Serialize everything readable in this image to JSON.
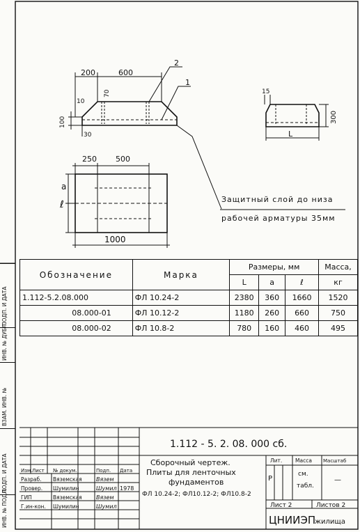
{
  "side_strip": {
    "label_1": "ПОДП. И ДАТА",
    "label_2": "ИНВ. № ДУБЛ.",
    "label_3": "ВЗАМ. ИНВ. №",
    "label_4": "ПОДП. И ДАТА",
    "label_5": "ИНВ. № ПОДЛ."
  },
  "drawing": {
    "dim_200": "200",
    "dim_600": "600",
    "dim_10": "10",
    "dim_70": "70",
    "dim_100": "100",
    "dim_30": "30",
    "callout_2": "2",
    "callout_1": "1",
    "dim_15": "15",
    "dim_300": "300",
    "label_L": "L",
    "dim_250": "250",
    "dim_500": "500",
    "label_a": "a",
    "label_l": "ℓ",
    "dim_1000": "1000"
  },
  "note": {
    "line1": "Защитный слой до низа",
    "line2": "рабочей арматуры 35мм"
  },
  "spec_table": {
    "header": {
      "designation": "Обозначение",
      "mark": "Марка",
      "sizes": "Размеры, мм",
      "mass": "Масса,",
      "L": "L",
      "a": "a",
      "l": "ℓ",
      "kg": "кг"
    },
    "rows": [
      {
        "designation": "1.112-5.2.08.000",
        "mark": "ФЛ 10.24-2",
        "L": "2380",
        "a": "360",
        "l": "1660",
        "mass": "1520"
      },
      {
        "designation": "08.000-01",
        "mark": "ФЛ 10.12-2",
        "L": "1180",
        "a": "260",
        "l": "660",
        "mass": "750"
      },
      {
        "designation": "08.000-02",
        "mark": "ФЛ 10.8-2",
        "L": "780",
        "a": "160",
        "l": "460",
        "mass": "495"
      }
    ]
  },
  "title_block": {
    "doc_code": "1.112 - 5. 2. 08. 000 сб.",
    "title_line1": "Сборочный чертеж.",
    "title_line2": "Плиты для ленточных",
    "title_line3": "фундаментов",
    "title_line4": "ФЛ 10.24-2; ФЛ10.12-2; ФЛ10.8-2",
    "col_izm": "Изм.",
    "col_list": "Лист",
    "col_doc": "№ докум.",
    "col_sign": "Подп.",
    "col_date": "Дата",
    "roles": [
      {
        "role": "Разраб.",
        "name": "Вяземская",
        "sign": "Вязем",
        "date": ""
      },
      {
        "role": "Провер.",
        "name": "Шумилин",
        "sign": "Шумил",
        "date": "1978"
      },
      {
        "role": "ГИП",
        "name": "Вяземская",
        "sign": "Вязем",
        "date": ""
      },
      {
        "role": "Г.ин-кон.",
        "name": "Шумилин",
        "sign": "Шумил",
        "date": ""
      }
    ],
    "lit_label": "Лит.",
    "mass_label": "Масса",
    "scale_label": "Масштаб",
    "lit_value": "Р",
    "mass_value_1": "см.",
    "mass_value_2": "табл.",
    "scale_value": "—",
    "sheet_label": "Лист 2",
    "sheets_label": "Листов 2",
    "org_big": "ЦНИИЭП",
    "org_small": "жилища"
  }
}
